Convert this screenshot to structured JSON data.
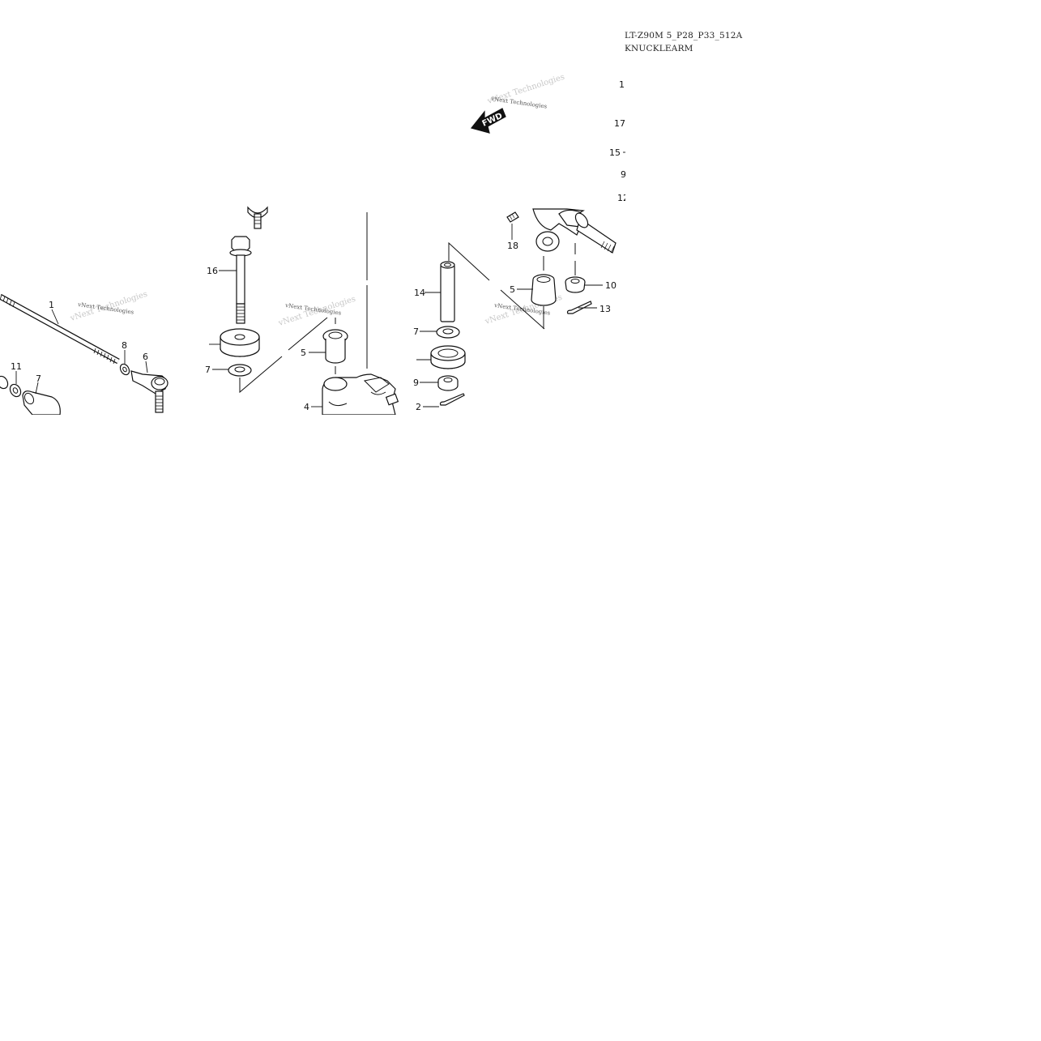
{
  "header": {
    "code": "LT-Z90M 5_P28_P33_512A",
    "title": "KNUCKLEARM"
  },
  "watermark": "vNext Technologies",
  "fwd_label": "FWD",
  "callouts": {
    "c1": "1",
    "c2": "2",
    "c4": "4",
    "c5a": "5",
    "c5b": "5",
    "c6": "6",
    "c7a": "7",
    "c7b": "7",
    "c7c": "7",
    "c8": "8",
    "c9a": "9",
    "c9b": "9",
    "c10": "10",
    "c11": "11",
    "c12": "12",
    "c13": "13",
    "c14": "14",
    "c15": "15",
    "c16": "16",
    "c17": "17",
    "c18": "18",
    "c19": "1"
  }
}
